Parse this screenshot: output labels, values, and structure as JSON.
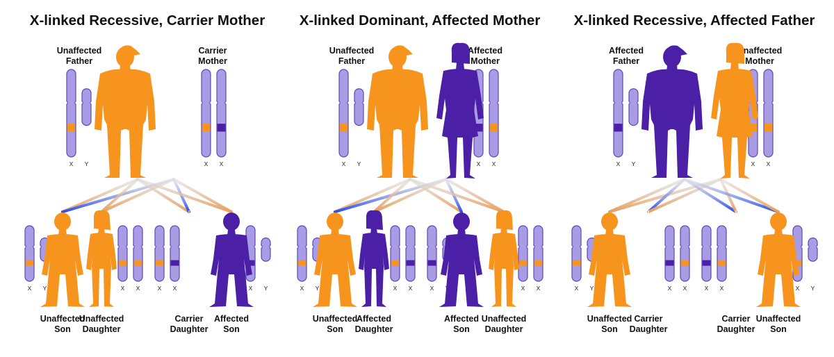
{
  "colors": {
    "orange": "#f7941d",
    "purple": "#4b1fa6",
    "chromosome_fill": "#a99ce4",
    "chromosome_stroke": "#5a49b6",
    "line_blue": "#2b4ef0",
    "line_tan": "#e8a060"
  },
  "panels": [
    {
      "title": "X-linked Recessive, Carrier Mother",
      "parents": [
        {
          "label": [
            "Unaffected",
            "Father"
          ],
          "status": "unaffected",
          "sex": "male",
          "chromosomes": {
            "labels": [
              "X",
              "Y"
            ],
            "marks": [
              "orange",
              ""
            ]
          }
        },
        {
          "label": [
            "Carrier",
            "Mother"
          ],
          "status": "carrier",
          "sex": "female",
          "chromosomes": {
            "labels": [
              "X",
              "X"
            ],
            "marks": [
              "orange",
              "purple"
            ]
          }
        }
      ],
      "children": [
        {
          "label": [
            "Unaffected",
            "Son"
          ],
          "status": "unaffected",
          "sex": "male",
          "chromosomes": {
            "labels": [
              "X",
              "Y"
            ],
            "marks": [
              "orange",
              ""
            ]
          }
        },
        {
          "label": [
            "Unaffected",
            "Daughter"
          ],
          "status": "unaffected",
          "sex": "female",
          "chromosomes": {
            "labels": [
              "X",
              "X"
            ],
            "marks": [
              "orange",
              "orange"
            ]
          }
        },
        {
          "label": [
            "Carrier",
            "Daughter"
          ],
          "status": "carrier",
          "sex": "female",
          "chromosomes": {
            "labels": [
              "X",
              "X"
            ],
            "marks": [
              "orange",
              "purple"
            ]
          }
        },
        {
          "label": [
            "Affected",
            "Son"
          ],
          "status": "affected",
          "sex": "male",
          "chromosomes": {
            "labels": [
              "X",
              "Y"
            ],
            "marks": [
              "purple",
              ""
            ]
          }
        }
      ]
    },
    {
      "title": "X-linked Dominant, Affected Mother",
      "parents": [
        {
          "label": [
            "Unaffected",
            "Father"
          ],
          "status": "unaffected",
          "sex": "male",
          "chromosomes": {
            "labels": [
              "X",
              "Y"
            ],
            "marks": [
              "orange",
              ""
            ]
          }
        },
        {
          "label": [
            "Affected",
            "Mother"
          ],
          "status": "affected",
          "sex": "female",
          "chromosomes": {
            "labels": [
              "X",
              "X"
            ],
            "marks": [
              "purple",
              "orange"
            ]
          }
        }
      ],
      "children": [
        {
          "label": [
            "Unaffected",
            "Son"
          ],
          "status": "unaffected",
          "sex": "male",
          "chromosomes": {
            "labels": [
              "X",
              "Y"
            ],
            "marks": [
              "orange",
              ""
            ]
          }
        },
        {
          "label": [
            "Affected",
            "Daughter"
          ],
          "status": "affected",
          "sex": "female",
          "chromosomes": {
            "labels": [
              "X",
              "X"
            ],
            "marks": [
              "orange",
              "purple"
            ]
          }
        },
        {
          "label": [
            "Affected",
            "Son"
          ],
          "status": "affected",
          "sex": "male",
          "chromosomes": {
            "labels": [
              "X",
              "Y"
            ],
            "marks": [
              "purple",
              ""
            ]
          }
        },
        {
          "label": [
            "Unaffected",
            "Daughter"
          ],
          "status": "unaffected",
          "sex": "female",
          "chromosomes": {
            "labels": [
              "X",
              "X"
            ],
            "marks": [
              "orange",
              "orange"
            ]
          }
        }
      ]
    },
    {
      "title": "X-linked Recessive, Affected Father",
      "parents": [
        {
          "label": [
            "Affected",
            "Father"
          ],
          "status": "affected",
          "sex": "male",
          "chromosomes": {
            "labels": [
              "X",
              "Y"
            ],
            "marks": [
              "purple",
              ""
            ]
          }
        },
        {
          "label": [
            "Unaffected",
            "Mother"
          ],
          "status": "unaffected",
          "sex": "female",
          "chromosomes": {
            "labels": [
              "X",
              "X"
            ],
            "marks": [
              "orange",
              "orange"
            ]
          }
        }
      ],
      "children": [
        {
          "label": [
            "Unaffected",
            "Son"
          ],
          "status": "unaffected",
          "sex": "male",
          "chromosomes": {
            "labels": [
              "X",
              "Y"
            ],
            "marks": [
              "orange",
              ""
            ]
          }
        },
        {
          "label": [
            "Carrier",
            "Daughter"
          ],
          "status": "carrier",
          "sex": "female",
          "chromosomes": {
            "labels": [
              "X",
              "X"
            ],
            "marks": [
              "purple",
              "orange"
            ]
          }
        },
        {
          "label": [
            "Carrier",
            "Daughter"
          ],
          "status": "carrier",
          "sex": "female",
          "chromosomes": {
            "labels": [
              "X",
              "X"
            ],
            "marks": [
              "purple",
              "orange"
            ]
          }
        },
        {
          "label": [
            "Unaffected",
            "Son"
          ],
          "status": "unaffected",
          "sex": "male",
          "chromosomes": {
            "labels": [
              "X",
              "Y"
            ],
            "marks": [
              "orange",
              ""
            ]
          }
        }
      ]
    }
  ]
}
